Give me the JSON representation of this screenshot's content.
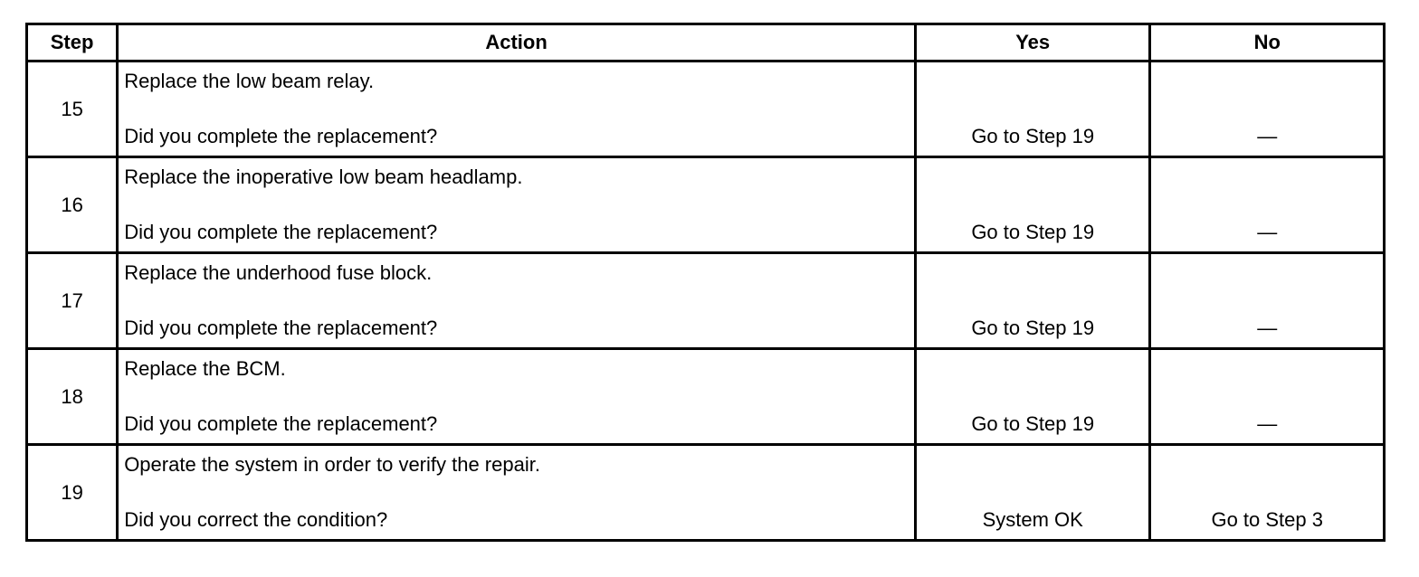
{
  "table": {
    "headers": {
      "step": "Step",
      "action": "Action",
      "yes": "Yes",
      "no": "No"
    },
    "rows": [
      {
        "step": "15",
        "action_line1": "Replace the low beam relay.",
        "action_line2": "Did you complete the replacement?",
        "yes": "Go to Step 19",
        "no": "—"
      },
      {
        "step": "16",
        "action_line1": "Replace the inoperative low beam headlamp.",
        "action_line2": "Did you complete the replacement?",
        "yes": "Go to Step 19",
        "no": "—"
      },
      {
        "step": "17",
        "action_line1": "Replace the underhood fuse block.",
        "action_line2": "Did you complete the replacement?",
        "yes": "Go to Step 19",
        "no": "—"
      },
      {
        "step": "18",
        "action_line1": "Replace the BCM.",
        "action_line2": "Did you complete the replacement?",
        "yes": "Go to Step 19",
        "no": "—"
      },
      {
        "step": "19",
        "action_line1": "Operate the system in order to verify the repair.",
        "action_line2": "Did you correct the condition?",
        "yes": "System OK",
        "no": "Go to Step 3"
      }
    ]
  }
}
